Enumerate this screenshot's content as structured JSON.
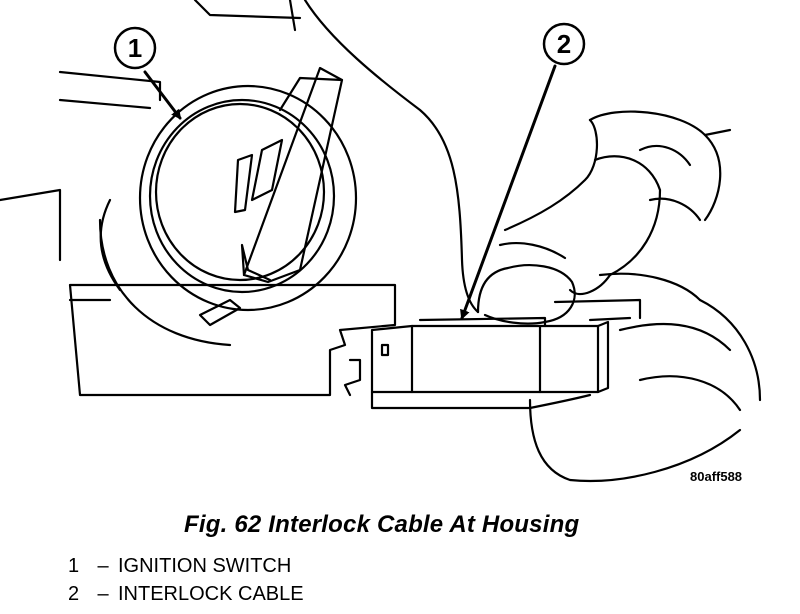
{
  "callouts": [
    {
      "number": "1"
    },
    {
      "number": "2"
    }
  ],
  "figure_code": "80aff588",
  "caption": "Fig. 62 Interlock Cable At Housing",
  "legend": [
    {
      "number": "1",
      "dash": "–",
      "label": "IGNITION SWITCH"
    },
    {
      "number": "2",
      "dash": "–",
      "label": "INTERLOCK CABLE"
    }
  ]
}
